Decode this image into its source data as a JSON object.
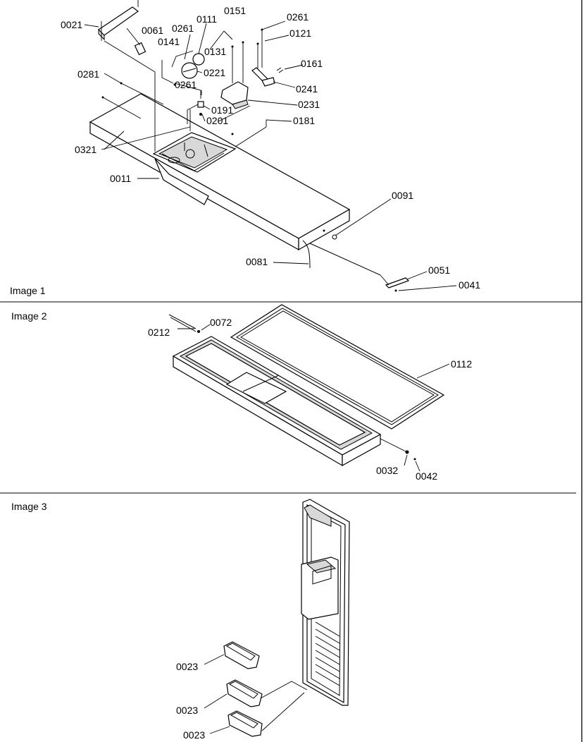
{
  "panels": [
    {
      "heading": "Image 1",
      "labels": {
        "p0021": "0021",
        "p0061": "0061",
        "p0261a": "0261",
        "p0111": "0111",
        "p0151": "0151",
        "p0261b": "0261",
        "p0121": "0121",
        "p0141": "0141",
        "p0131": "0131",
        "p0161": "0161",
        "p0281": "0281",
        "p0221": "0221",
        "p0241": "0241",
        "p0261c": "0261",
        "p0231": "0231",
        "p0191": "0191",
        "p0201": "0201",
        "p0181": "0181",
        "p0321": "0321",
        "p0011": "0011",
        "p0091": "0091",
        "p0081": "0081",
        "p0051": "0051",
        "p0041": "0041"
      }
    },
    {
      "heading": "Image 2",
      "labels": {
        "p0072": "0072",
        "p0212": "0212",
        "p0112": "0112",
        "p0032": "0032",
        "p0042": "0042"
      }
    },
    {
      "heading": "Image 3",
      "labels": {
        "p0023a": "0023",
        "p0023b": "0023",
        "p0023c": "0023"
      }
    }
  ]
}
